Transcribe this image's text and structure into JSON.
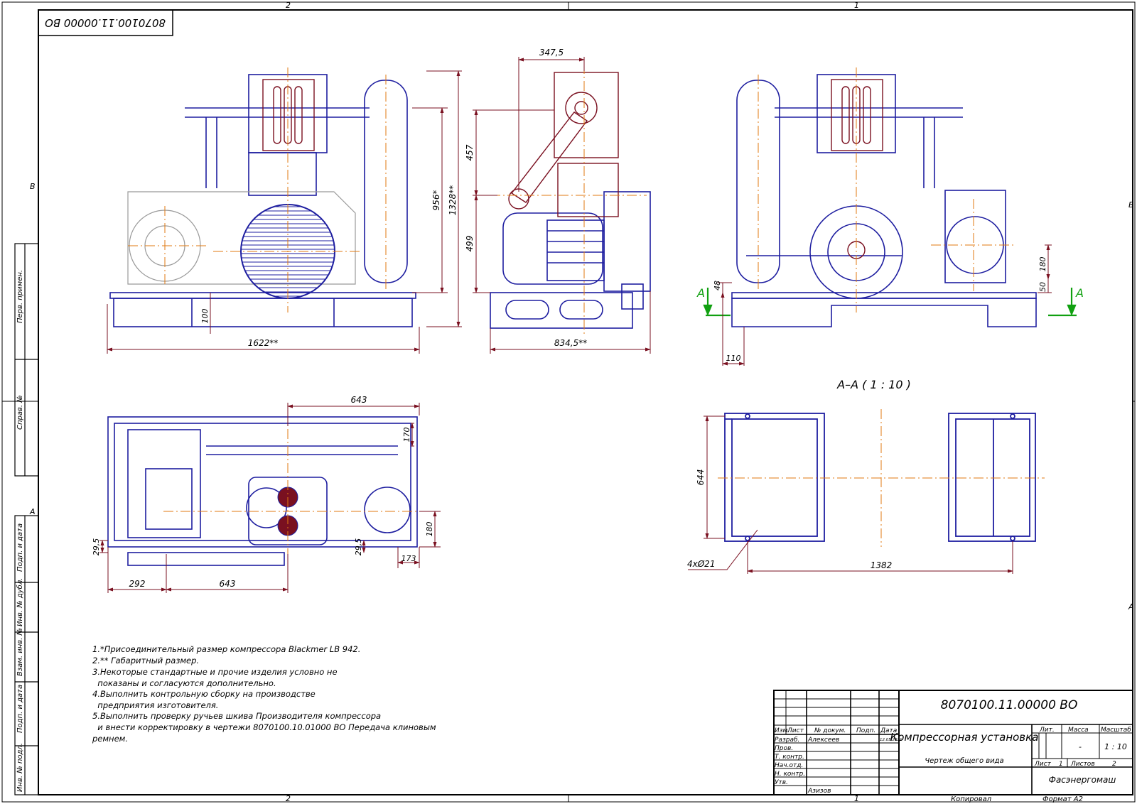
{
  "drawing_number": "8070100.11.00000 ВО",
  "drawing_number_rotated": "8070100.11.00000 ВО",
  "zone_labels": {
    "top_left": "2",
    "top_right": "1",
    "bottom_left": "2",
    "bottom_right": "1",
    "left_B": "В",
    "left_A": "А",
    "right_B": "В",
    "right_A": "А"
  },
  "side_stamp": [
    "Перв. примен.",
    "Справ. №",
    "Подп. и дата",
    "Инв. № дубл.",
    "Взам. инв. №",
    "Подп. и дата",
    "Инв. № подл."
  ],
  "dimensions": {
    "front": {
      "overall_height": "1328**",
      "connection_height": "956*",
      "base_height": "100",
      "overall_length": "1622**"
    },
    "side": {
      "top_offset": "347,5",
      "upper": "457",
      "lower": "499",
      "overall_width": "834,5**"
    },
    "rear": {
      "h48": "48",
      "h180": "180",
      "h50": "50",
      "w110": "110",
      "section_mark": "А"
    },
    "plan": {
      "top_643": "643",
      "right_170": "170",
      "right_180": "180",
      "left_29_5": "29,5",
      "mid_29_5": "29,5",
      "right_173": "173",
      "bottom_292": "292",
      "bottom_643": "643"
    },
    "section": {
      "title": "А–А ( 1 : 10 )",
      "height_644": "644",
      "holes": "4xØ21",
      "length_1382": "1382"
    }
  },
  "notes": [
    "1.*Присоединительный размер компрессора Blackmer LB 942.",
    "2.** Габаритный размер.",
    "3.Некоторые стандартные и прочие изделия условно не",
    "  показаны и согласуются дополнительно.",
    "4.Выполнить контрольную сборку на производстве",
    "  предприятия изготовителя.",
    "5.Выполнить проверку ручьев шкива Производителя компрессора",
    "  и внести корректировку в чертежи 8070100.10.01000 ВО Передача клиновым",
    "ремнем."
  ],
  "title_block": {
    "designation": "8070100.11.00000 ВО",
    "name": "Компрессорная установка",
    "doc_type": "Чертеж общего вида",
    "headers": {
      "izm": "Изм.",
      "list": "Лист",
      "doc_no": "№ докум.",
      "sign": "Подп.",
      "date": "Дата"
    },
    "roles": [
      "Разраб.",
      "Пров.",
      "Т. контр.",
      "Нач.отд.",
      "Н. контр.",
      "Утв."
    ],
    "developer": "Алексеев",
    "approver": "Азизов",
    "date": "12.05.2021",
    "lit_label": "Лит.",
    "mass_label": "Масса",
    "scale_label": "Масштаб",
    "mass": "-",
    "scale": "1 : 10",
    "sheet_label": "Лист",
    "sheet": "1",
    "sheets_label": "Листов",
    "sheets": "2",
    "company": "Фасэнергомаш",
    "copied": "Копировал",
    "format": "Формат А2"
  }
}
